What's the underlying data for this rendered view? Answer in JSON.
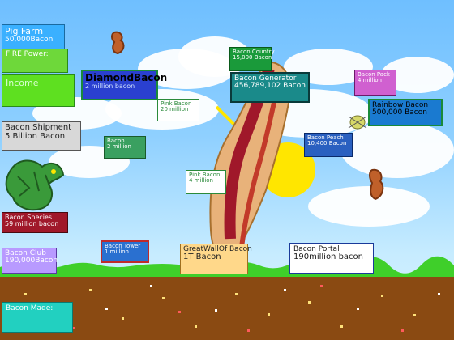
{
  "colors": {
    "sky": "#8fd0ff",
    "grass": "#3fcf2a",
    "dirt": "#8a4a12",
    "bacon_red": "#a0182a"
  },
  "buttons": {
    "pig_farm": {
      "name": "Pig Farm",
      "value": "50,000Bacon",
      "icon": "pig-farm-icon"
    },
    "fire_power": {
      "name": "FIRE Power:"
    },
    "income": {
      "name": "Income"
    },
    "diamond_bacon": {
      "name": "DiamondBacon",
      "value": "2 million bacon"
    },
    "bacon_shipment": {
      "name": "Bacon Shipment",
      "value": "5 Billion Bacon"
    },
    "green_small": {
      "name": "Bacon",
      "value": "2 million"
    },
    "dragon_species": {
      "name": "Bacon Species",
      "value": "59 million bacon"
    },
    "bacon_club": {
      "name": "Bacon Club",
      "value": "190,000Bacon"
    },
    "bacon_tower": {
      "name": "Bacon Tower",
      "value": "1 million"
    },
    "bacon_made": {
      "name": "Bacon Made:"
    },
    "small_white_1": {
      "name": "Pink Bacon",
      "value": "20 million"
    },
    "small_white_2": {
      "name": "Pink Bacon",
      "value": "4 million"
    },
    "bacon_country": {
      "name": "Bacon Country",
      "value": "15,000 Bacon"
    },
    "bacon_generator": {
      "name": "Bacon Generator",
      "value": "456,789,102 Bacon"
    },
    "bacon_pack": {
      "name": "Bacon Pack",
      "value": "4 million"
    },
    "rainbow_bacon": {
      "name": "Rainbow Bacon",
      "value": "500,000 Bacon"
    },
    "bacon_peach": {
      "name": "Bacon Peach",
      "value": "10,400 Bacon"
    },
    "great_wall": {
      "name": "GreatWallOf Bacon",
      "value": "1T Bacon"
    },
    "bacon_portal": {
      "name": "Bacon Portal",
      "value": "190million bacon"
    }
  },
  "sprites": {
    "giant_bacon": "bacon-strip-clicker",
    "bacon_bit_1": "bacon-bit-icon",
    "bacon_bit_2": "bacon-bit-icon",
    "dragon": "green-dragon-icon",
    "sun": "sun-icon",
    "ladybug": "bug-icon"
  }
}
